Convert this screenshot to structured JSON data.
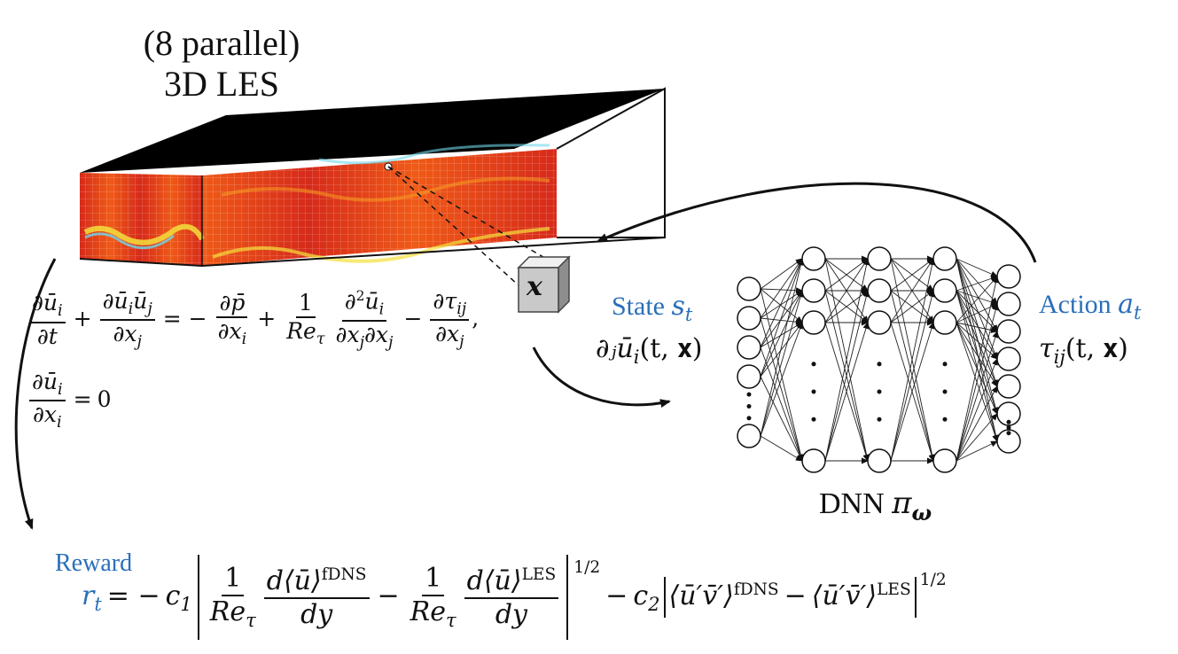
{
  "les": {
    "title_line1": "(8 parallel)",
    "title_line2": "3D LES",
    "field_colors": [
      "#d62a1a",
      "#ef5a17",
      "#f59f22",
      "#f3df3c",
      "#6fd6e8"
    ]
  },
  "point": {
    "label": "x"
  },
  "nn": {
    "layer_sizes": [
      7,
      8,
      8,
      8,
      10
    ],
    "label": "DNN",
    "label_symbol": "π",
    "label_sub": "ω"
  },
  "state": {
    "label": "State",
    "symbol": "s",
    "sub": "t",
    "expr": "∂ⱼū",
    "expr_args": "(t, 𝐱)"
  },
  "action": {
    "label": "Action",
    "symbol": "a",
    "sub": "t",
    "expr": "τ",
    "expr_sub": "ij",
    "expr_args": "(t, 𝐱)"
  },
  "reward": {
    "label": "Reward",
    "fdns": "fDNS",
    "les": "LES",
    "power": "1/2"
  },
  "colors": {
    "accent": "#2a6fb9",
    "line": "#111111"
  }
}
